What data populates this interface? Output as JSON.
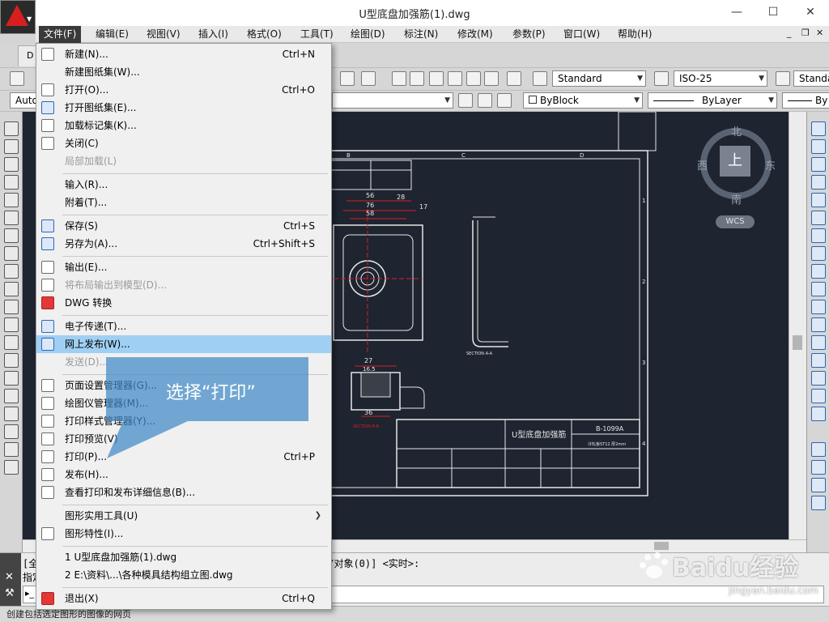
{
  "window": {
    "title": "U型底盘加强筋(1).dwg",
    "controls": {
      "minimize": "—",
      "maximize": "☐",
      "close": "✕"
    }
  },
  "menubar": {
    "items": [
      {
        "label": "文件(F)",
        "active": true
      },
      {
        "label": "编辑(E)"
      },
      {
        "label": "视图(V)"
      },
      {
        "label": "插入(I)"
      },
      {
        "label": "格式(O)"
      },
      {
        "label": "工具(T)"
      },
      {
        "label": "绘图(D)"
      },
      {
        "label": "标注(N)"
      },
      {
        "label": "修改(M)"
      },
      {
        "label": "参数(P)"
      },
      {
        "label": "窗口(W)"
      },
      {
        "label": "帮助(H)"
      }
    ],
    "doc_controls": {
      "minimize": "_",
      "restore": "❐",
      "close": "✕"
    }
  },
  "toolbars": {
    "tab_stub": "D",
    "text_style": "Standard",
    "dim_style": "ISO-25",
    "table_style": "Standa",
    "workspace": "Autoc",
    "color": "ByBlock",
    "linetype": "ByLayer",
    "lineweight": "By"
  },
  "file_menu": {
    "items": [
      {
        "label": "新建(N)...",
        "shortcut": "Ctrl+N"
      },
      {
        "label": "新建图纸集(W)..."
      },
      {
        "label": "打开(O)...",
        "shortcut": "Ctrl+O"
      },
      {
        "label": "打开图纸集(E)..."
      },
      {
        "label": "加载标记集(K)..."
      },
      {
        "label": "关闭(C)"
      },
      {
        "label": "局部加载(L)",
        "disabled": true
      },
      {
        "label": "输入(R)..."
      },
      {
        "label": "附着(T)..."
      },
      {
        "label": "保存(S)",
        "shortcut": "Ctrl+S"
      },
      {
        "label": "另存为(A)...",
        "shortcut": "Ctrl+Shift+S"
      },
      {
        "label": "输出(E)..."
      },
      {
        "label": "将布局输出到模型(D)...",
        "disabled": true
      },
      {
        "label": "DWG 转换"
      },
      {
        "label": "电子传递(T)..."
      },
      {
        "label": "网上发布(W)...",
        "highlighted": true
      },
      {
        "label": "发送(D)...",
        "disabled": true
      },
      {
        "label": "页面设置管理器(G)..."
      },
      {
        "label": "绘图仪管理器(M)..."
      },
      {
        "label": "打印样式管理器(Y)..."
      },
      {
        "label": "打印预览(V)"
      },
      {
        "label": "打印(P)...",
        "shortcut": "Ctrl+P"
      },
      {
        "label": "发布(H)..."
      },
      {
        "label": "查看打印和发布详细信息(B)..."
      },
      {
        "label": "图形实用工具(U)",
        "submenu": "❯"
      },
      {
        "label": "图形特性(I)..."
      },
      {
        "label": "1 U型底盘加强筋(1).dwg"
      },
      {
        "label": "2 E:\\资料\\...\\各种模具结构组立图.dwg"
      },
      {
        "label": "退出(X)",
        "shortcut": "Ctrl+Q"
      }
    ]
  },
  "annotation": {
    "text": "选择“打印”"
  },
  "compass": {
    "north": "北",
    "south": "南",
    "east": "东",
    "west": "西",
    "top": "上",
    "wcs": "WCS"
  },
  "drawing": {
    "part_title": "U型底盘加强筋",
    "part_number": "B-1099A",
    "material": "冷轧板ST12  厚2mm",
    "section_a": "SECTION A-A",
    "section_b": "SECTION B-B",
    "dims": [
      "56",
      "76",
      "58",
      "28",
      "17",
      "27",
      "16.5",
      "36"
    ],
    "grid_top": [
      "B",
      "C",
      "D"
    ],
    "grid_side": [
      "1",
      "2",
      "3",
      "4"
    ]
  },
  "command_line": {
    "history_prefix": "[全",
    "history_line": ")/对象(0)] <实时>:",
    "line2_prefix": "指定"
  },
  "status": {
    "text": "创建包括选定图形的图像的网页"
  },
  "watermark": {
    "brand": "Baidu经验",
    "url": "jingyan.baidu.com"
  },
  "colors": {
    "canvas": "#1e2430",
    "menu_highlight": "#9fd0f3",
    "callout": "#4089c6",
    "accent_red": "#d81f1f"
  }
}
